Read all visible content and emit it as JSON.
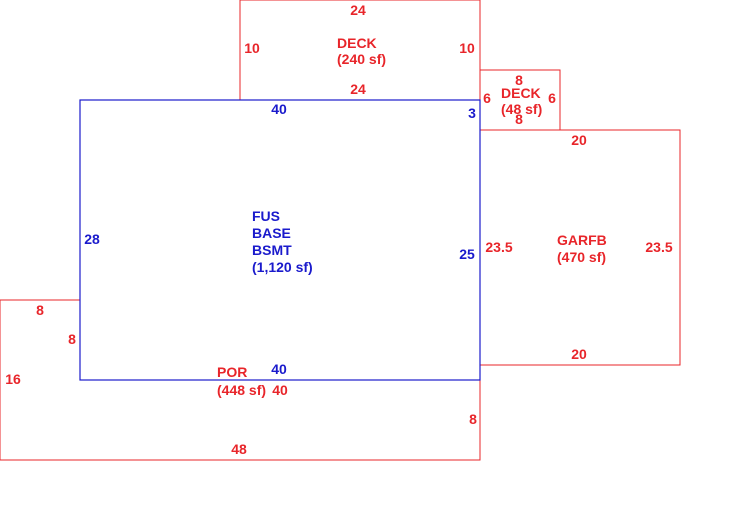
{
  "colors": {
    "addition": "#e8252a",
    "main": "#1a1acc",
    "background": "#ffffff"
  },
  "deck_top": {
    "name": "DECK",
    "area": "(240 sf)",
    "dims": {
      "top": "24",
      "bottom": "24",
      "left": "10",
      "right": "10"
    }
  },
  "deck_small": {
    "name": "DECK",
    "area": "(48 sf)",
    "dims": {
      "top": "8",
      "bottom": "8",
      "left": "6",
      "right": "6"
    }
  },
  "main_area": {
    "lines": [
      "FUS",
      "BASE",
      "BSMT"
    ],
    "area": "(1,120 sf)",
    "dims": {
      "top": "40",
      "bottom": "40",
      "left": "28",
      "right": "25",
      "notch": "3"
    }
  },
  "garage": {
    "name": "GARFB",
    "area": "(470 sf)",
    "dims": {
      "top": "20",
      "bottom": "20",
      "left": "23.5",
      "right": "23.5"
    }
  },
  "porch": {
    "name": "POR",
    "area": "(448 sf)",
    "dims": {
      "top_left": "8",
      "left_step": "8",
      "outer_left": "16",
      "bottom": "48",
      "right": "8",
      "top": "40"
    }
  }
}
